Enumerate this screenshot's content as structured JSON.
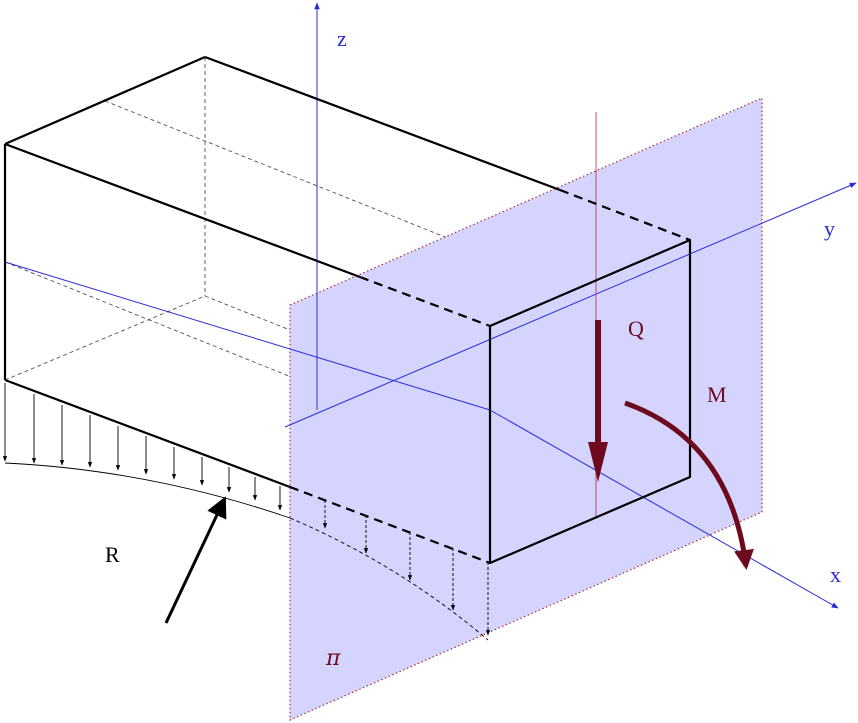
{
  "labels": {
    "z_axis": "z",
    "y_axis": "y",
    "x_axis": "x",
    "shear_force": "Q",
    "bending_moment": "M",
    "reaction": "R",
    "section_plane": "π"
  },
  "colors": {
    "plane_fill": "#d4d4ff",
    "plane_border": "#b03030",
    "axis": "#2b2bdc",
    "load_arrow": "#6e0a1e",
    "label_dark": "#6e0a1e",
    "beam_edge": "#000000",
    "hidden_edge": "#555555"
  }
}
